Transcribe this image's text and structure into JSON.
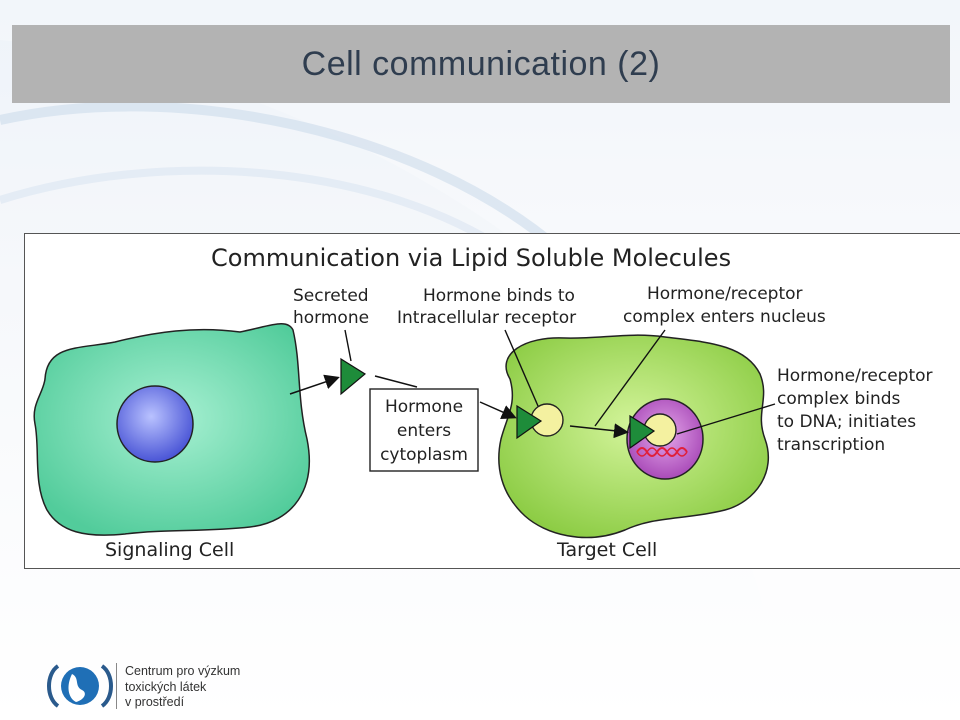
{
  "slide": {
    "title": "Cell communication (2)"
  },
  "figure": {
    "heading": "Communication via Lipid Soluble Molecules",
    "labels": {
      "secreted_1": "Secreted",
      "secreted_2": "hormone",
      "binds_1": "Hormone binds to",
      "binds_2": "Intracellular receptor",
      "complex_1": "Hormone/receptor",
      "complex_2": "complex enters nucleus",
      "dna_1": "Hormone/receptor",
      "dna_2": "complex binds",
      "dna_3": "to DNA; initiates",
      "dna_4": "transcription",
      "box_1": "Hormone",
      "box_2": "enters",
      "box_3": "cytoplasm",
      "signaling": "Signaling Cell",
      "target": "Target Cell"
    },
    "colors": {
      "signaling_cell": "#5fd6a8",
      "nucleus_blue": "#4d5bd9",
      "target_cell": "#a6dd5a",
      "target_nucleus": "#b04fc0",
      "hormone": "#1e8c3a",
      "receptor": "#f4f1a0"
    }
  },
  "logo": {
    "line1": "Centrum pro výzkum",
    "line2": "toxických látek",
    "line3": "v prostředí"
  }
}
